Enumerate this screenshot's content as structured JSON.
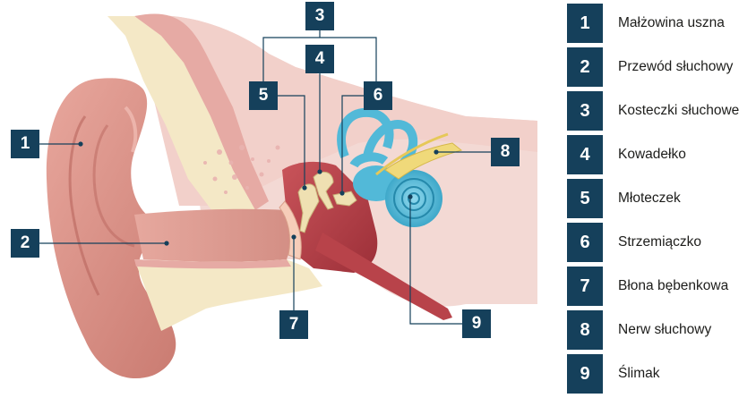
{
  "legend": {
    "items": [
      {
        "num": "1",
        "label": "Małżowina uszna"
      },
      {
        "num": "2",
        "label": "Przewód słuchowy"
      },
      {
        "num": "3",
        "label": "Kosteczki słuchowe"
      },
      {
        "num": "4",
        "label": "Kowadełko"
      },
      {
        "num": "5",
        "label": "Młoteczek"
      },
      {
        "num": "6",
        "label": "Strzemiączko"
      },
      {
        "num": "7",
        "label": "Błona bębenkowa"
      },
      {
        "num": "8",
        "label": "Nerw słuchowy"
      },
      {
        "num": "9",
        "label": "Ślimak"
      }
    ]
  },
  "callouts": {
    "c1": "1",
    "c2": "2",
    "c3": "3",
    "c4": "4",
    "c5": "5",
    "c6": "6",
    "c7": "7",
    "c8": "8",
    "c9": "9"
  },
  "colors": {
    "badge": "#15405b",
    "skin": "#d98c82",
    "bone": "#f3e6c4",
    "cochlea": "#52b9d8",
    "middle_ear": "#b8434a"
  }
}
